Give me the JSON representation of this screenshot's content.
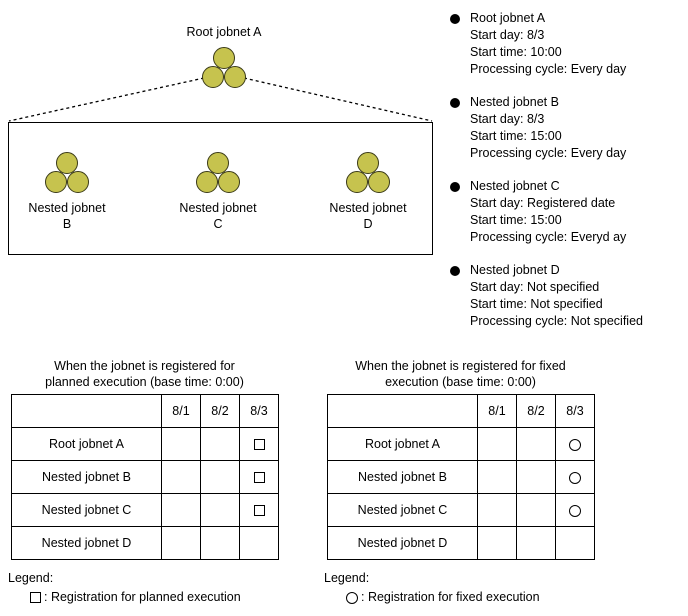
{
  "diagram": {
    "root": {
      "label": "Root jobnet A",
      "icon": "jobnet-icon"
    },
    "nested": [
      {
        "label": "Nested jobnet\nB",
        "icon": "jobnet-icon"
      },
      {
        "label": "Nested jobnet\nC",
        "icon": "jobnet-icon"
      },
      {
        "label": "Nested jobnet\nD",
        "icon": "jobnet-icon"
      }
    ]
  },
  "descriptions": [
    {
      "title": "Root jobnet A",
      "start_day": "Start day: 8/3",
      "start_time": "Start time: 10:00",
      "cycle": "Processing cycle: Every day"
    },
    {
      "title": "Nested jobnet B",
      "start_day": "Start day: 8/3",
      "start_time": "Start time: 15:00",
      "cycle": "Processing cycle: Every day"
    },
    {
      "title": "Nested jobnet C",
      "start_day": "Start day: Registered date",
      "start_time": "Start time: 15:00",
      "cycle": "Processing cycle: Everyd ay"
    },
    {
      "title": "Nested jobnet D",
      "start_day": "Start day: Not specified",
      "start_time": "Start time: Not specified",
      "cycle": "Processing cycle: Not specified"
    }
  ],
  "tables": {
    "planned": {
      "caption": "When the jobnet is registered for\nplanned execution (base time: 0:00)",
      "corner_header": "",
      "columns": [
        "8/1",
        "8/2",
        "8/3"
      ],
      "rows": [
        {
          "name": "Root jobnet A",
          "cells": [
            "",
            "",
            "square"
          ]
        },
        {
          "name": "Nested jobnet B",
          "cells": [
            "",
            "",
            "square"
          ]
        },
        {
          "name": "Nested jobnet C",
          "cells": [
            "",
            "",
            "square"
          ]
        },
        {
          "name": "Nested jobnet D",
          "cells": [
            "",
            "",
            ""
          ]
        }
      ],
      "legend_title": "Legend:",
      "legend_symbol": "square",
      "legend_text": ": Registration for planned execution"
    },
    "fixed": {
      "caption": "When the jobnet is registered for fixed\nexecution (base time: 0:00)",
      "corner_header": "",
      "columns": [
        "8/1",
        "8/2",
        "8/3"
      ],
      "rows": [
        {
          "name": "Root jobnet A",
          "cells": [
            "",
            "",
            "circle"
          ]
        },
        {
          "name": "Nested jobnet B",
          "cells": [
            "",
            "",
            "circle"
          ]
        },
        {
          "name": "Nested jobnet C",
          "cells": [
            "",
            "",
            "circle"
          ]
        },
        {
          "name": "Nested jobnet D",
          "cells": [
            "",
            "",
            ""
          ]
        }
      ],
      "legend_title": "Legend:",
      "legend_symbol": "circle",
      "legend_text": ": Registration for fixed execution"
    }
  },
  "colors": {
    "jobnet_fill": "#c6c34e",
    "jobnet_stroke": "#3a3a16",
    "line": "#000000",
    "background": "#ffffff"
  }
}
